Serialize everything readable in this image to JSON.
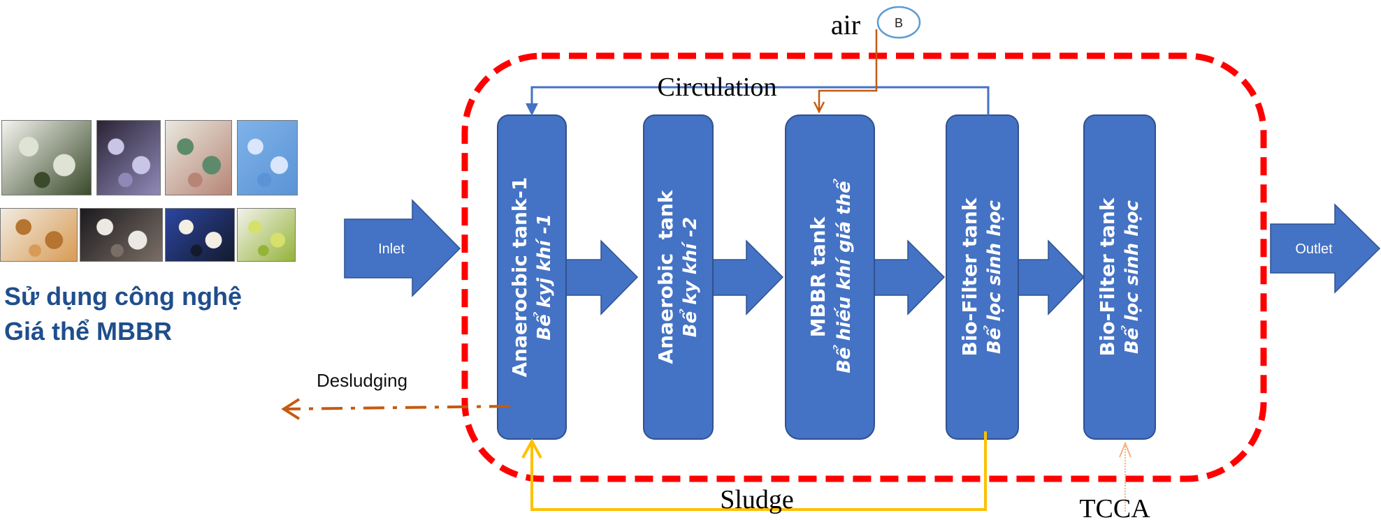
{
  "media_panel": {
    "images": [
      {
        "name": "white-foam-beads",
        "colors": [
          "#f4f4ef",
          "#dfe3d6",
          "#3a4a2a"
        ]
      },
      {
        "name": "sponge-cube",
        "colors": [
          "#2b2436",
          "#c9c5e6",
          "#8f89b8"
        ]
      },
      {
        "name": "translucent-balls",
        "colors": [
          "#e9e8df",
          "#5c8a6a",
          "#b78576"
        ]
      },
      {
        "name": "blue-gear-carriers",
        "colors": [
          "#7fb2e8",
          "#d9e6fb",
          "#5a94d6"
        ]
      },
      {
        "name": "amber-cubes",
        "colors": [
          "#f1ebe0",
          "#b5742f",
          "#d89b55"
        ]
      },
      {
        "name": "white-wheel-carriers",
        "colors": [
          "#1c1a1f",
          "#ece9e4",
          "#7a6f66"
        ]
      },
      {
        "name": "white-tubes-blue",
        "colors": [
          "#2c46a0",
          "#f3efe3",
          "#141a2e"
        ]
      },
      {
        "name": "white-rings-green",
        "colors": [
          "#f2f2ea",
          "#d6e06a",
          "#95b33a"
        ]
      }
    ],
    "title_line1": "Sử dụng công nghệ",
    "title_line2": "Giá thể MBBR"
  },
  "flow": {
    "inlet_label": "Inlet",
    "outlet_label": "Outlet",
    "tanks": [
      {
        "title": "Anaerocbic tank-1",
        "subtitle": "Bể kyj khí -1"
      },
      {
        "title": "Anaerobic  tank",
        "subtitle": "Bể ky khí -2"
      },
      {
        "title": "MBBR tank",
        "subtitle": "Bể hiếu khí giá thể"
      },
      {
        "title": "Bio-Filter tank",
        "subtitle": "Bể lọc sinh học"
      },
      {
        "title": "Bio-Filter tank",
        "subtitle": "Bể lọc sinh học"
      }
    ],
    "air_label": "air",
    "blower_label": "B",
    "circulation_label": "Circulation",
    "desludging_label": "Desludging",
    "sludge_label": "Sludge",
    "tcca_label": "TCCA"
  },
  "colors": {
    "tank_fill": "#4472c4",
    "tank_border": "#2f528f",
    "boundary": "#ff0000",
    "circulation": "#4472c4",
    "air": "#c55a11",
    "sludge": "#ffc000",
    "desludging": "#c55a11",
    "tcca": "#f4b183",
    "title_text": "#1f4e8c",
    "blower_ring": "#5b9bd5"
  }
}
